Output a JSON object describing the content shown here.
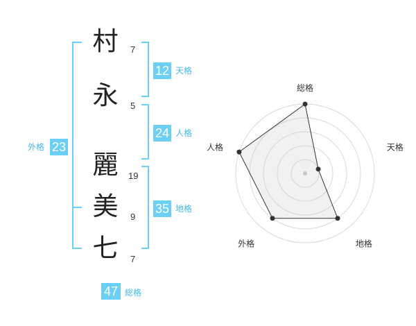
{
  "name": {
    "chars": [
      {
        "char": "村",
        "strokes": "7"
      },
      {
        "char": "永",
        "strokes": "5"
      },
      {
        "char": "麗",
        "strokes": "19"
      },
      {
        "char": "美",
        "strokes": "9"
      },
      {
        "char": "七",
        "strokes": "7"
      }
    ]
  },
  "kakusu": {
    "tenkaku": {
      "value": "12",
      "label": "天格"
    },
    "jinkaku": {
      "value": "24",
      "label": "人格"
    },
    "chikaku": {
      "value": "35",
      "label": "地格"
    },
    "gaikaku": {
      "value": "23",
      "label": "外格"
    },
    "soukaku": {
      "value": "47",
      "label": "総格"
    }
  },
  "colors": {
    "accent": "#6ccff6",
    "accent_text": "#44b8ea"
  },
  "chart_data": {
    "type": "radar",
    "axes": [
      "総格",
      "天格",
      "地格",
      "外格",
      "人格"
    ],
    "values": [
      5,
      1,
      4,
      4,
      5
    ],
    "rmax": 5,
    "rings": 5
  }
}
